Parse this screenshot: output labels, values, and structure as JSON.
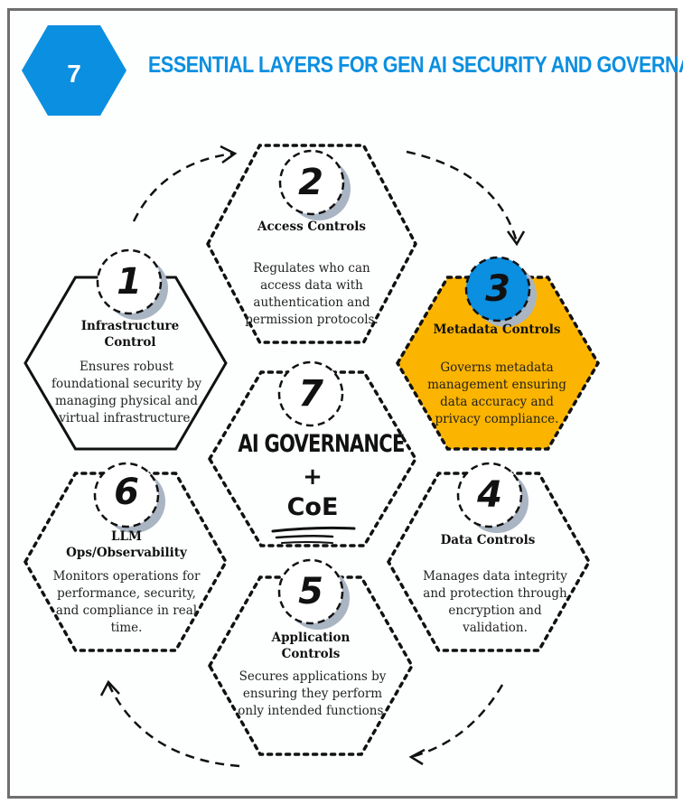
{
  "header": {
    "badge_number": "7",
    "title": "ESSENTIAL LAYERS FOR GEN AI SECURITY AND GOVERNANCE"
  },
  "colors": {
    "blue": "#0b8fe0",
    "yellow": "#fbb400",
    "shadow": "#aab5c3",
    "ink": "#111111"
  },
  "center": {
    "number": "7",
    "line1": "AI GOVERNANCE",
    "line2": "+",
    "line3": "CoE"
  },
  "layers": [
    {
      "number": "1",
      "title": "Infrastructure Control",
      "description": "Ensures robust foundational security by managing physical and virtual infrastructure."
    },
    {
      "number": "2",
      "title": "Access Controls",
      "description": "Regulates who can access data with authentication and permission protocols."
    },
    {
      "number": "3",
      "title": "Metadata Controls",
      "description": "Governs metadata management ensuring data accuracy and privacy compliance."
    },
    {
      "number": "4",
      "title": "Data Controls",
      "description": "Manages data integrity and protection through encryption and validation."
    },
    {
      "number": "5",
      "title": "Application Controls",
      "description": "Secures applications by ensuring they perform only intended functions."
    },
    {
      "number": "6",
      "title": "LLM Ops/Observability",
      "description": "Monitors operations for performance, security, and compliance in real time."
    }
  ]
}
